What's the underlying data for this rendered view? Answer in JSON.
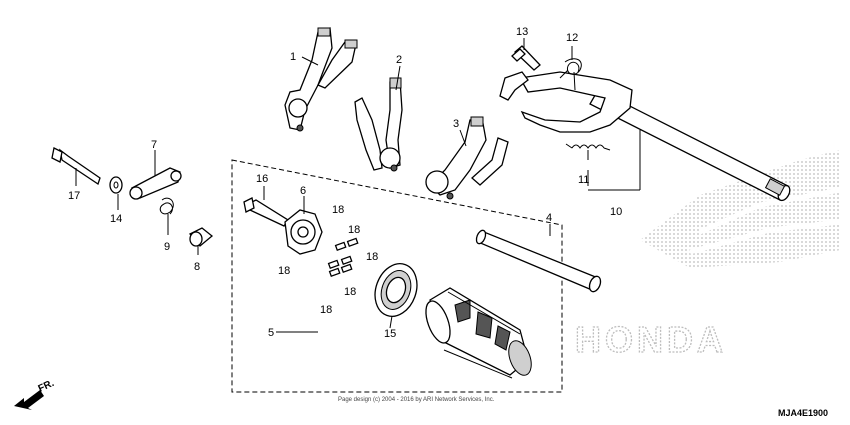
{
  "callouts": [
    {
      "id": "1",
      "label": "1"
    },
    {
      "id": "2",
      "label": "2"
    },
    {
      "id": "3",
      "label": "3"
    },
    {
      "id": "4",
      "label": "4"
    },
    {
      "id": "5",
      "label": "5"
    },
    {
      "id": "6",
      "label": "6"
    },
    {
      "id": "7",
      "label": "7"
    },
    {
      "id": "8",
      "label": "8"
    },
    {
      "id": "9",
      "label": "9"
    },
    {
      "id": "10",
      "label": "10"
    },
    {
      "id": "11",
      "label": "11"
    },
    {
      "id": "12",
      "label": "12"
    },
    {
      "id": "13",
      "label": "13"
    },
    {
      "id": "14",
      "label": "14"
    },
    {
      "id": "15",
      "label": "15"
    },
    {
      "id": "16",
      "label": "16"
    },
    {
      "id": "17",
      "label": "17"
    },
    {
      "id": "18",
      "label": "18"
    }
  ],
  "front_arrow": "FR.",
  "brand_watermark": "HONDA",
  "copyright": "Page design (c) 2004 - 2016 by ARI Network Services, Inc.",
  "diagram_code": "MJA4E1900",
  "colors": {
    "ink": "#000000",
    "watermark": "#bdbdbd",
    "background": "#ffffff"
  }
}
